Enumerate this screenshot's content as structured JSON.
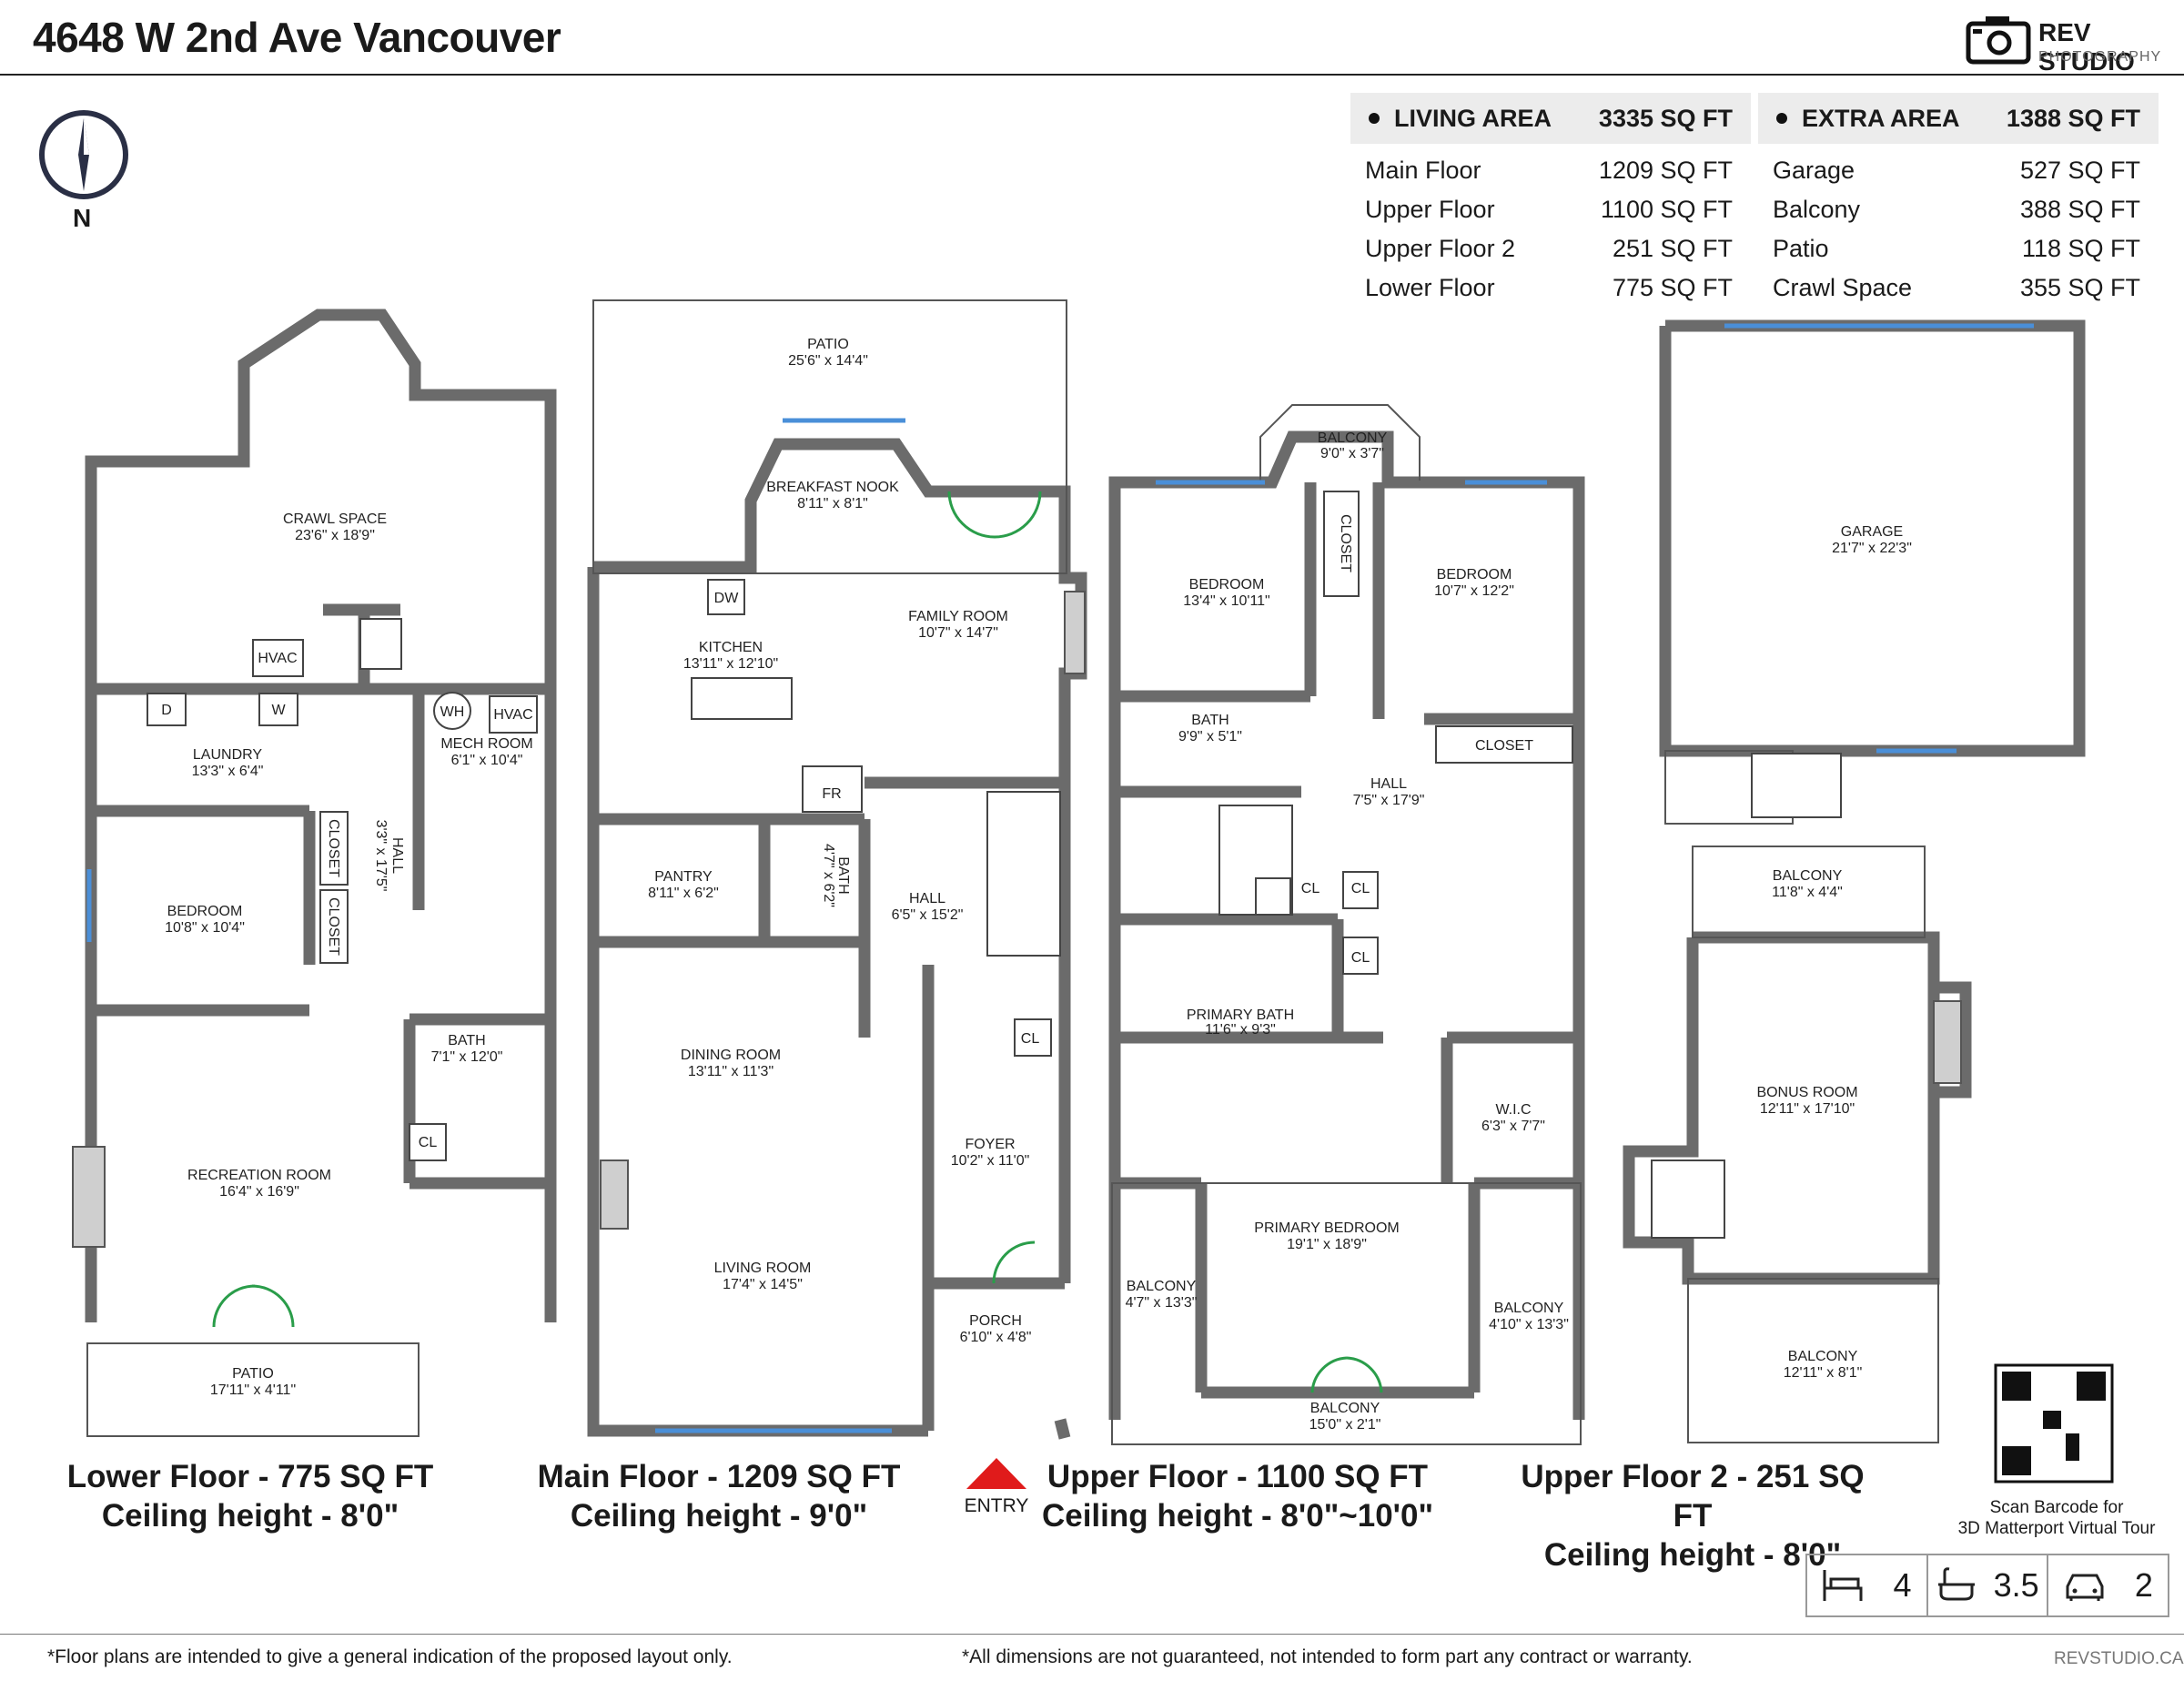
{
  "header": {
    "title": "4648 W 2nd Ave Vancouver",
    "logo_main": "REV STUDIO",
    "logo_sub": "PHOTOGRAPHY",
    "compass_label": "N"
  },
  "living_area": {
    "label": "LIVING AREA",
    "total": "3335 SQ FT",
    "rows": [
      {
        "label": "Main Floor",
        "value": "1209 SQ FT"
      },
      {
        "label": "Upper Floor",
        "value": "1100 SQ FT"
      },
      {
        "label": "Upper Floor 2",
        "value": "251 SQ FT"
      },
      {
        "label": "Lower Floor",
        "value": "775 SQ FT"
      }
    ]
  },
  "extra_area": {
    "label": "EXTRA AREA",
    "total": "1388 SQ FT",
    "rows": [
      {
        "label": "Garage",
        "value": "527 SQ FT"
      },
      {
        "label": "Balcony",
        "value": "388 SQ FT"
      },
      {
        "label": "Patio",
        "value": "118 SQ FT"
      },
      {
        "label": "Crawl Space",
        "value": "355 SQ FT"
      }
    ]
  },
  "rooms": {
    "lower": [
      {
        "name": "CRAWL SPACE",
        "dim": "23'6\" x 18'9\""
      },
      {
        "name": "LAUNDRY",
        "dim": "13'3\" x 6'4\""
      },
      {
        "name": "MECH ROOM",
        "dim": "6'1\" x 10'4\""
      },
      {
        "name": "BEDROOM",
        "dim": "10'8\" x 10'4\""
      },
      {
        "name": "BATH",
        "dim": "7'1\" x 12'0\""
      },
      {
        "name": "RECREATION ROOM",
        "dim": "16'4\" x 16'9\""
      },
      {
        "name": "PATIO",
        "dim": "17'11\" x 4'11\""
      },
      {
        "name": "HALL",
        "dim": "3'3\" x 17'5\""
      }
    ],
    "main": [
      {
        "name": "PATIO",
        "dim": "25'6\" x 14'4\""
      },
      {
        "name": "BREAKFAST NOOK",
        "dim": "8'11\" x 8'1\""
      },
      {
        "name": "KITCHEN",
        "dim": "13'11\" x 12'10\""
      },
      {
        "name": "FAMILY ROOM",
        "dim": "10'7\" x 14'7\""
      },
      {
        "name": "PANTRY",
        "dim": "8'11\" x 6'2\""
      },
      {
        "name": "HALL",
        "dim": "6'5\" x 15'2\""
      },
      {
        "name": "DINING ROOM",
        "dim": "13'11\" x 11'3\""
      },
      {
        "name": "FOYER",
        "dim": "10'2\" x 11'0\""
      },
      {
        "name": "LIVING ROOM",
        "dim": "17'4\" x 14'5\""
      },
      {
        "name": "PORCH",
        "dim": "6'10\" x 4'8\""
      },
      {
        "name": "BATH",
        "dim": "4'7\" x 6'2\""
      }
    ],
    "upper": [
      {
        "name": "BALCONY",
        "dim": "9'0\" x 3'7\""
      },
      {
        "name": "BEDROOM",
        "dim": "13'4\" x 10'11\""
      },
      {
        "name": "BEDROOM",
        "dim": "10'7\" x 12'2\""
      },
      {
        "name": "BATH",
        "dim": "9'9\" x 5'1\""
      },
      {
        "name": "HALL",
        "dim": "7'5\" x 17'9\""
      },
      {
        "name": "PRIMARY BATH",
        "dim": "11'6\" x 9'3\""
      },
      {
        "name": "W.I.C",
        "dim": "6'3\" x 7'7\""
      },
      {
        "name": "PRIMARY BEDROOM",
        "dim": "19'1\" x 18'9\""
      },
      {
        "name": "BALCONY",
        "dim": "4'7\" x 13'3\""
      },
      {
        "name": "BALCONY",
        "dim": "4'10\" x 13'3\""
      },
      {
        "name": "BALCONY",
        "dim": "15'0\" x 2'1\""
      }
    ],
    "upper2": [
      {
        "name": "GARAGE",
        "dim": "21'7\" x 22'3\""
      },
      {
        "name": "BALCONY",
        "dim": "11'8\" x 4'4\""
      },
      {
        "name": "BONUS ROOM",
        "dim": "12'11\" x 17'10\""
      },
      {
        "name": "BALCONY",
        "dim": "12'11\" x 8'1\""
      }
    ]
  },
  "fixtures": {
    "hvac": "HVAC",
    "wh": "WH",
    "dryer": "D",
    "washer": "W",
    "dw": "DW",
    "fr": "FR",
    "cl": "CL",
    "closet": "CLOSET"
  },
  "floors": [
    {
      "line1": "Lower Floor - 775 SQ FT",
      "line2": "Ceiling height - 8'0\""
    },
    {
      "line1": "Main Floor - 1209 SQ FT",
      "line2": "Ceiling height - 9'0\""
    },
    {
      "line1": "Upper Floor - 1100 SQ FT",
      "line2": "Ceiling height - 8'0\"~10'0\""
    },
    {
      "line1": "Upper Floor 2 - 251 SQ FT",
      "line2": "Ceiling height - 8'0\""
    }
  ],
  "entry_label": "ENTRY",
  "scan": {
    "line1": "Scan Barcode for",
    "line2": "3D Matterport Virtual Tour"
  },
  "stats": {
    "beds": "4",
    "baths": "3.5",
    "garage": "2"
  },
  "footer": {
    "left": "*Floor plans are intended to give a general indication of the proposed layout only.",
    "mid": "*All dimensions are not guaranteed, not intended to form part any contract or warranty.",
    "site": "REVSTUDIO.CA"
  },
  "colors": {
    "wall": "#6b6b6b",
    "window": "#4a8fd8",
    "door": "#2a9d4a",
    "entry_arrow": "#e01b1b"
  }
}
